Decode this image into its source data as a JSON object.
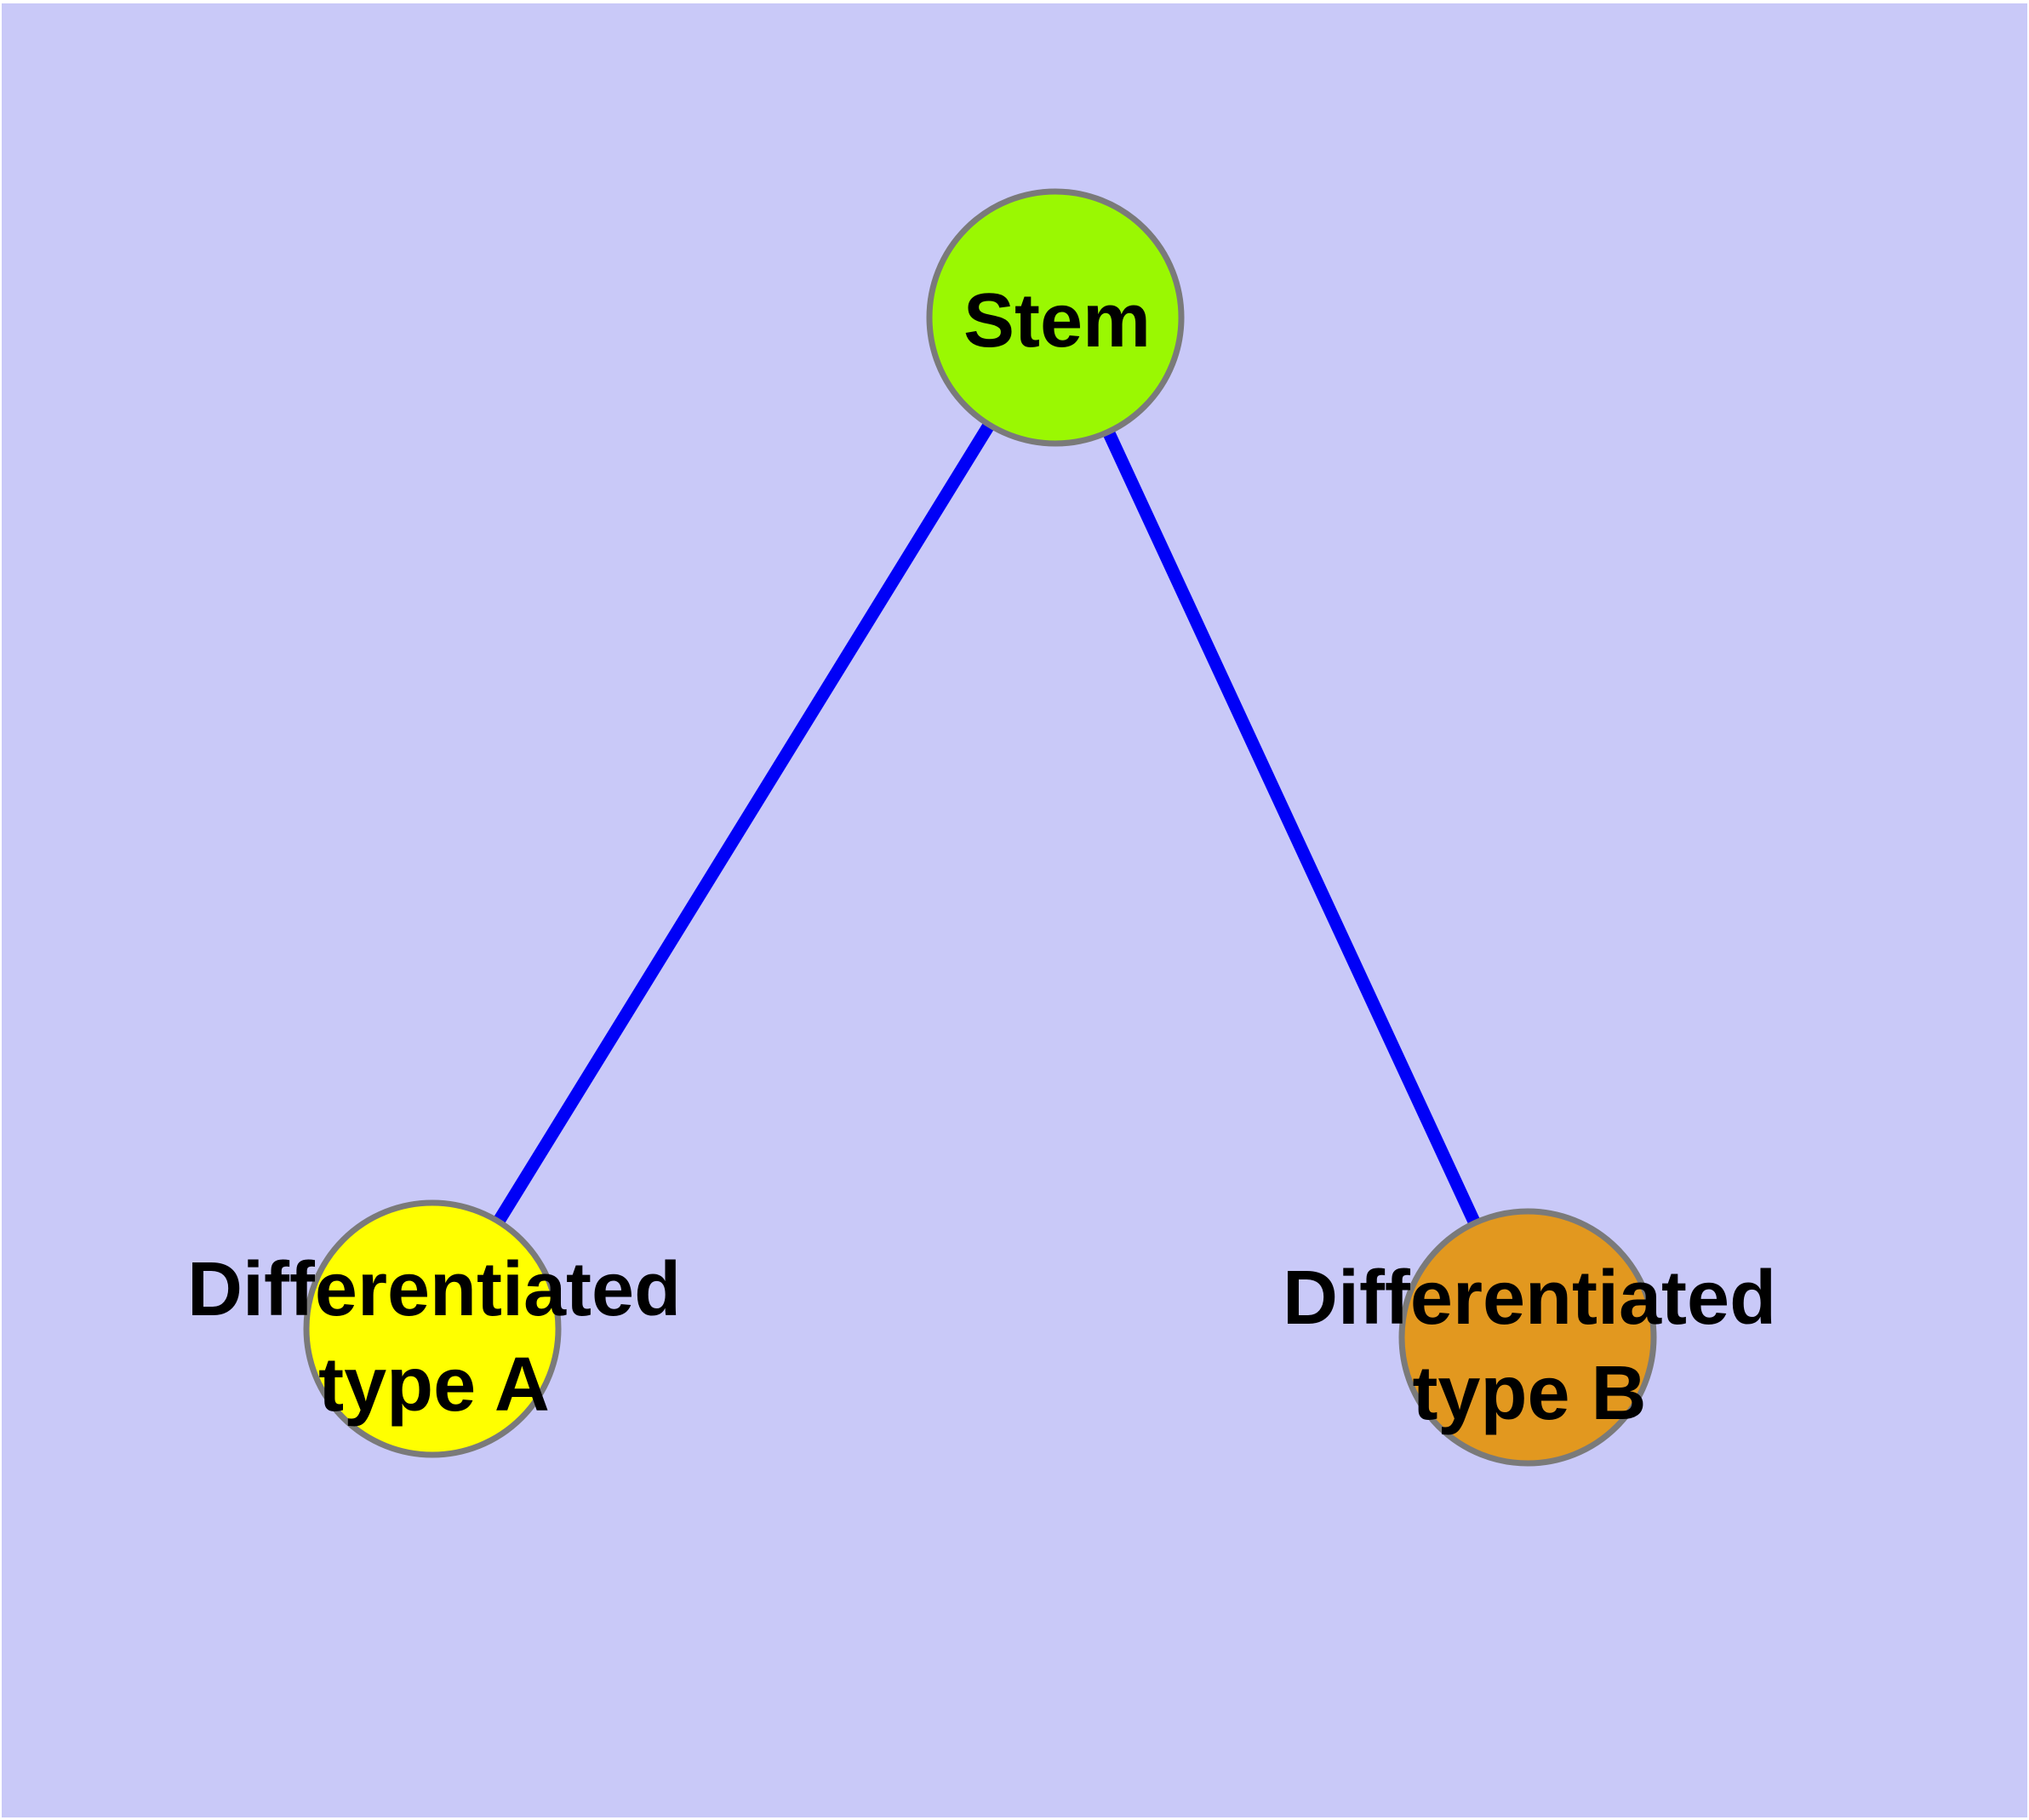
{
  "graph": {
    "type": "node-link-diagram",
    "background_color": "#C9C9F8",
    "page_margin_color": "#FFFFFF",
    "edge_color": "#0000F7",
    "node_border_color": "#7A7A7A",
    "label_color": "#000000",
    "nodes": [
      {
        "id": "stem",
        "label": "Stem",
        "color": "#9AF802",
        "position": "top-center"
      },
      {
        "id": "type-a",
        "label": "Differentiated\ntype A",
        "color": "#FFFF00",
        "position": "bottom-left"
      },
      {
        "id": "type-b",
        "label": "Differentiated\ntype B",
        "color": "#E2981F",
        "position": "bottom-right"
      }
    ],
    "edges": [
      {
        "from": "stem",
        "to": "type-a"
      },
      {
        "from": "stem",
        "to": "type-b"
      }
    ]
  }
}
